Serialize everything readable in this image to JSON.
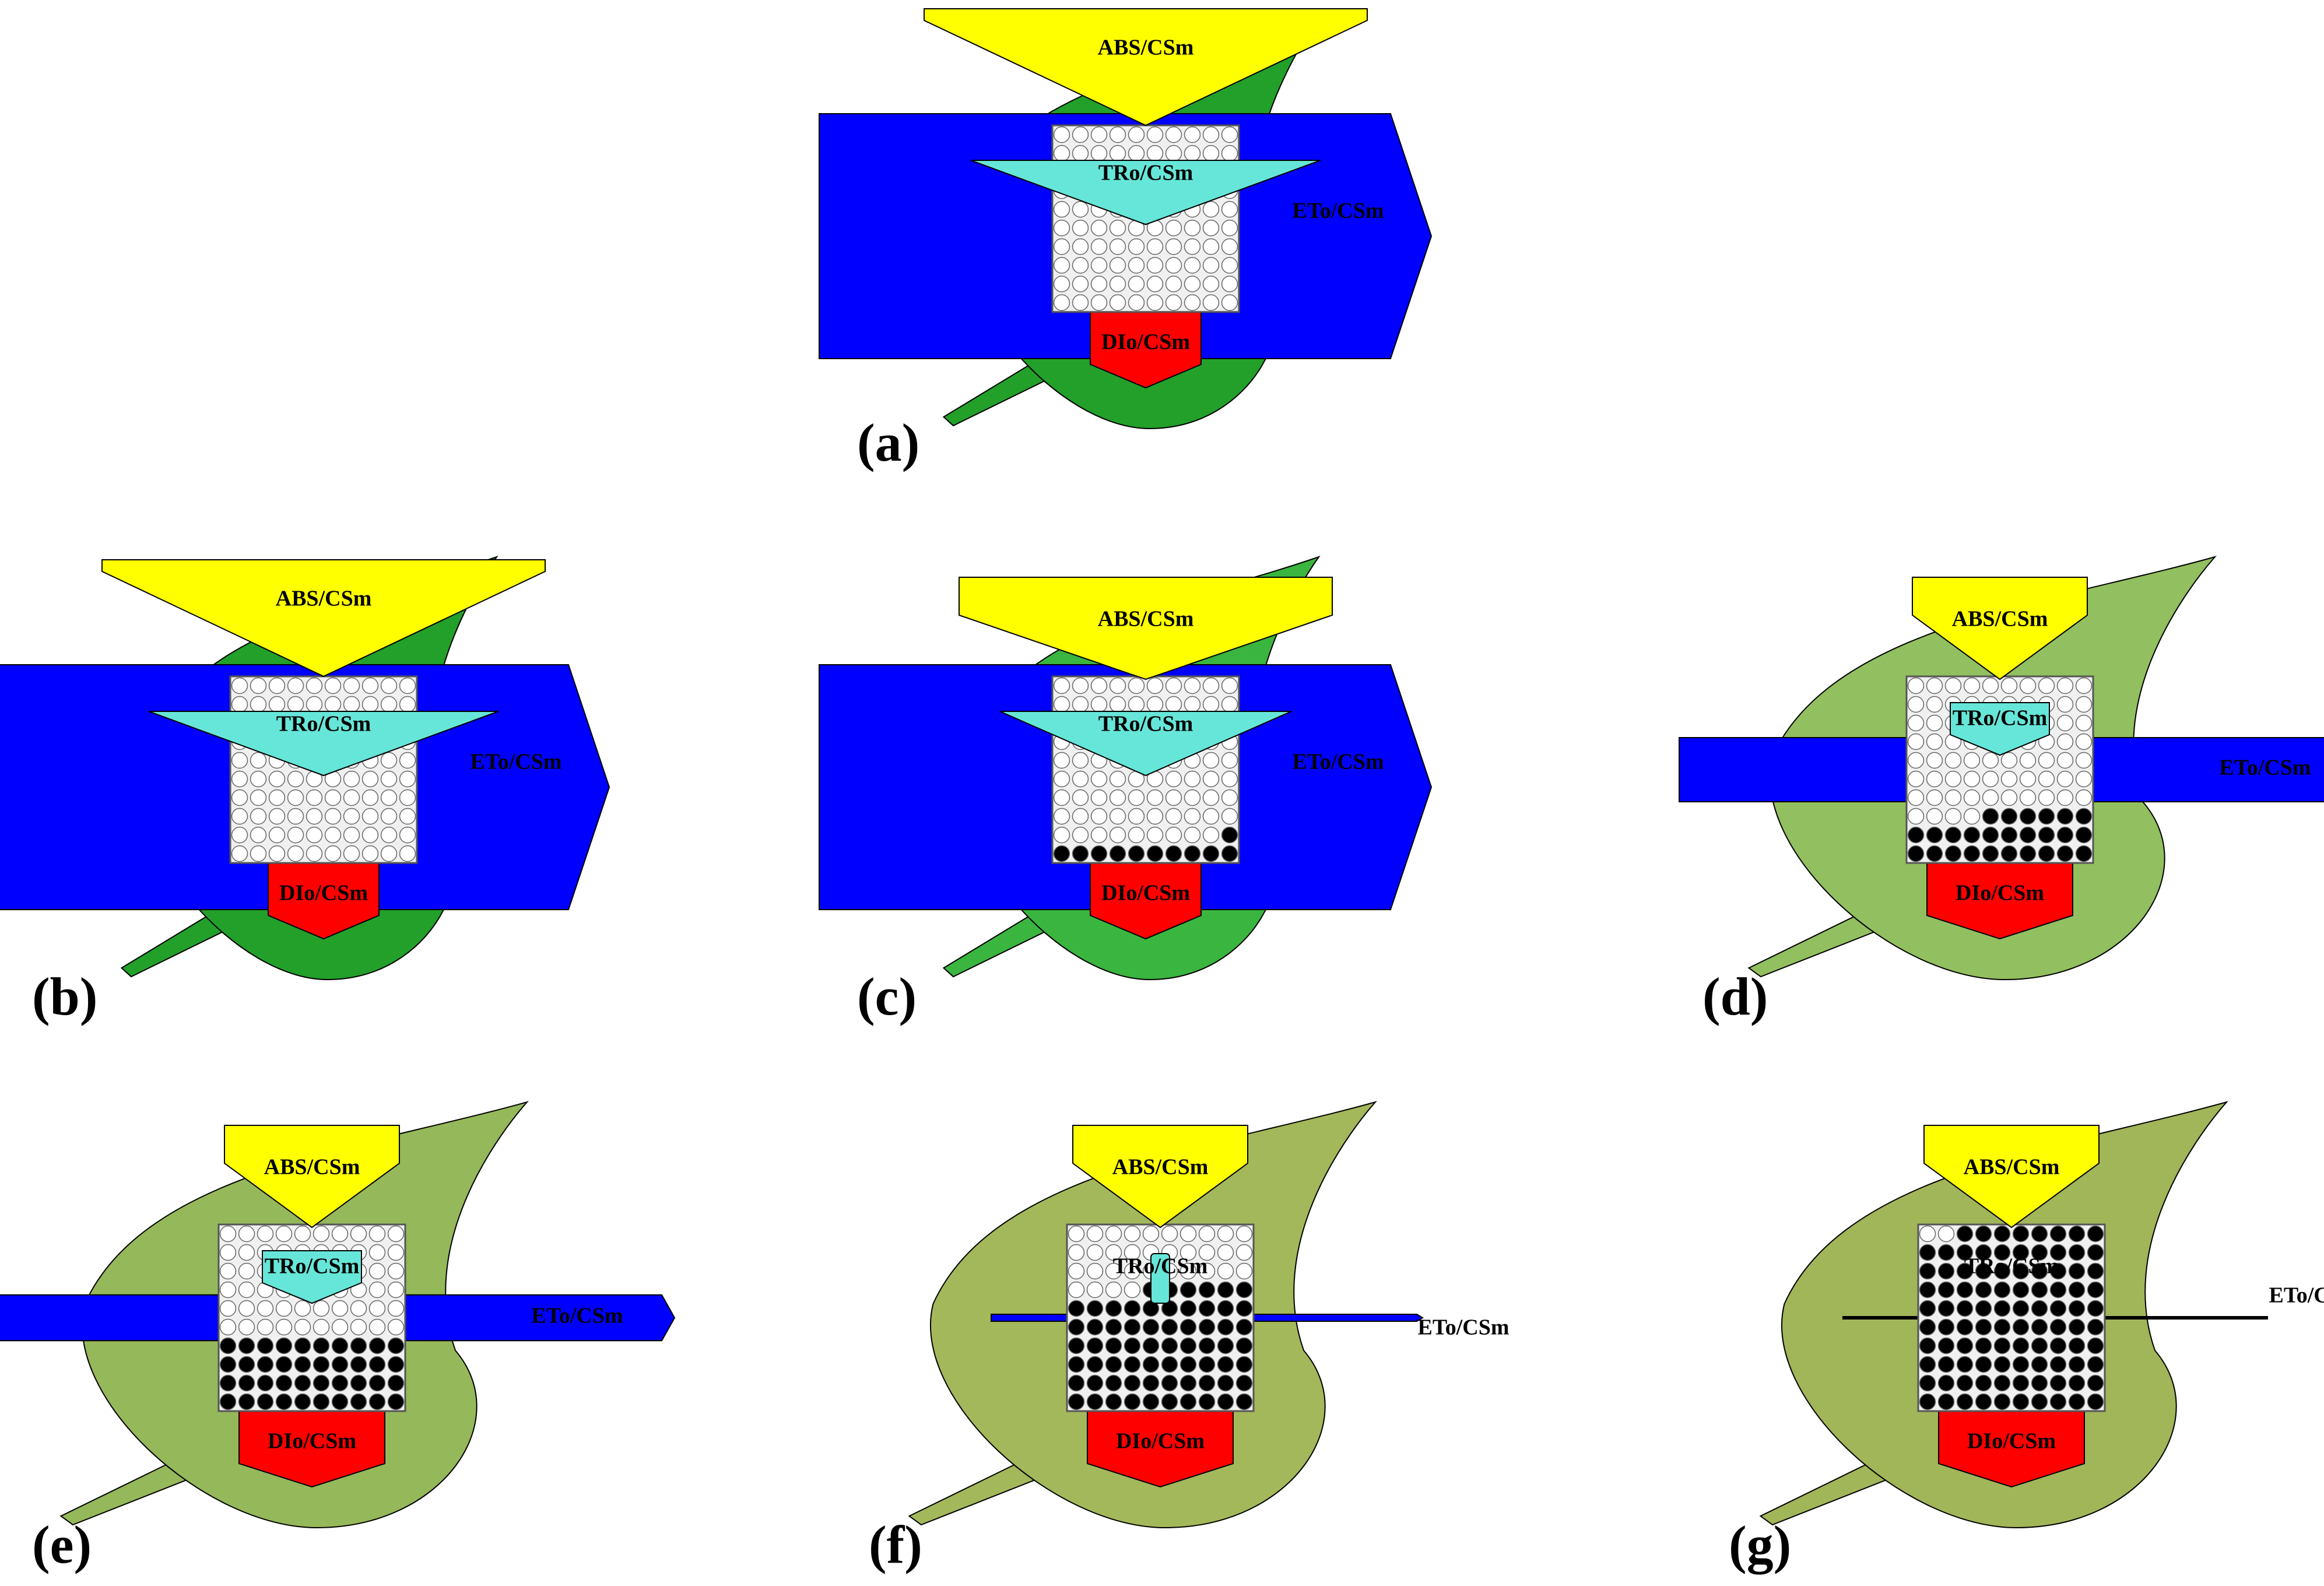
{
  "labels": {
    "abs": "ABS/CSm",
    "tr": "TRo/CSm",
    "et": "ETo/CSm",
    "di": "DIo/CSm"
  },
  "colors": {
    "abs": "#ffff00",
    "tr": "#66e6d8",
    "et": "#0000ff",
    "di": "#ff0000",
    "grid_bg": "#f0f0f0",
    "closed_center": "#000000",
    "open_center": "#ffffff",
    "leaf_a": "#22a02a",
    "leaf_b": "#22a02a",
    "leaf_c": "#3ab53f",
    "leaf_d": "#92bf5f",
    "leaf_e": "#95b85a",
    "leaf_f": "#a3b85a",
    "leaf_g": "#a1b559"
  },
  "panels": [
    {
      "id": "a",
      "label": "(a)",
      "closed_centers": 0,
      "abs": 1.0,
      "tr": 1.0,
      "et": 1.0,
      "di": 1.0
    },
    {
      "id": "b",
      "label": "(b)",
      "closed_centers": 0,
      "abs": 1.0,
      "tr": 1.0,
      "et": 1.0,
      "di": 1.0
    },
    {
      "id": "c",
      "label": "(c)",
      "closed_centers": 11,
      "abs": 0.85,
      "tr": 0.75,
      "et": 1.0,
      "di": 1.0
    },
    {
      "id": "d",
      "label": "(d)",
      "closed_centers": 26,
      "abs": 0.6,
      "tr": 0.35,
      "et": 0.35,
      "di": 1.0
    },
    {
      "id": "e",
      "label": "(e)",
      "closed_centers": 40,
      "abs": 0.6,
      "tr": 0.3,
      "et": 0.25,
      "di": 1.0
    },
    {
      "id": "f",
      "label": "(f)",
      "closed_centers": 66,
      "abs": 0.6,
      "tr": 0.08,
      "et": 0.03,
      "di": 1.0
    },
    {
      "id": "g",
      "label": "(g)",
      "closed_centers": 98,
      "abs": 0.6,
      "tr": 0.0,
      "et": 0.0,
      "di": 1.0
    }
  ]
}
